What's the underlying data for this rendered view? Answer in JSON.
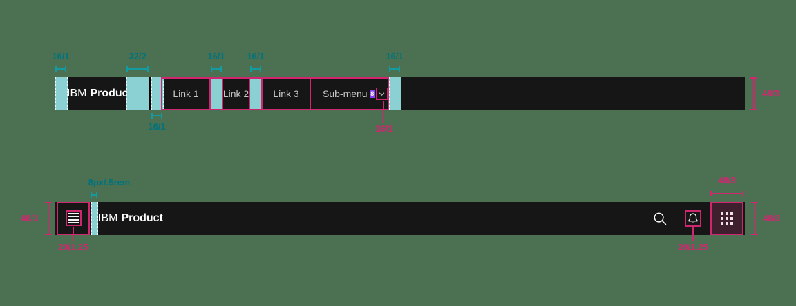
{
  "colors": {
    "background": "#4b7152",
    "header_bar": "#161616",
    "annotation_pink": "#d02670",
    "annotation_teal_fill": "#8bd0d3",
    "annotation_teal_text": "#00737d",
    "badge_purple": "#8a3ffc",
    "link_text": "#c6c6c6",
    "switcher_highlight": "#3e1f2d"
  },
  "top_header": {
    "brand_prefix": "IBM",
    "brand_name": "Product",
    "links": [
      "Link 1",
      "Link 2",
      "Link 3"
    ],
    "submenu_label": "Sub-menu",
    "submenu_badge": "8",
    "annotations": {
      "pad_left": "16/1",
      "after_brand": "32/2",
      "gap_link1_link2": "16/1",
      "gap_link2_link3": "16/1",
      "after_submenu": "16/1",
      "divider_pad": "16/1",
      "chevron_pad": "16/1",
      "height": "48/3"
    }
  },
  "bottom_header": {
    "brand_prefix": "IBM",
    "brand_name": "Product",
    "icons": [
      "hamburger-menu",
      "search",
      "notification",
      "app-switcher"
    ],
    "annotations": {
      "height_left": "48/3",
      "height_right": "48/3",
      "switcher_width": "48/3",
      "menu_icon_size": "20/1.25",
      "bell_icon_size": "20/1.25",
      "brand_gap": "8px/.5rem"
    }
  }
}
